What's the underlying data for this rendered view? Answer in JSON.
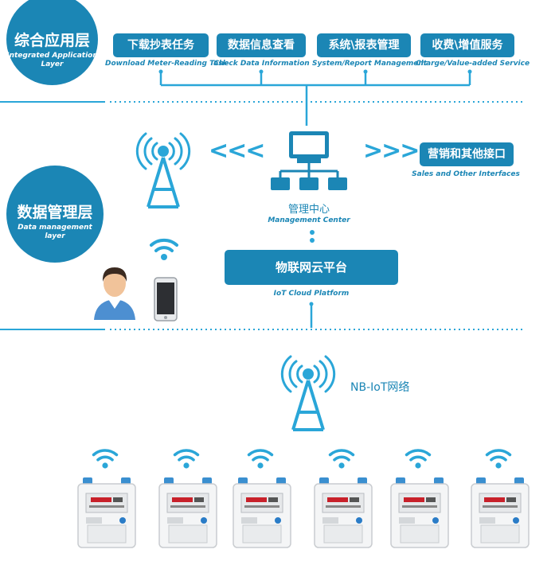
{
  "layers": {
    "application": {
      "zh": "综合应用层",
      "en_line1": "Integrated Application",
      "en_line2": "Layer"
    },
    "data_management": {
      "zh": "数据管理层",
      "en_line1": "Data management",
      "en_line2": "layer"
    }
  },
  "application_buttons": [
    {
      "zh": "下载抄表任务",
      "en": "Download Meter-Reading Task"
    },
    {
      "zh": "数据信息查看",
      "en": "Check Data Information"
    },
    {
      "zh": "系统\\报表管理",
      "en": "System/Report Management"
    },
    {
      "zh": "收费\\增值服务",
      "en": "Charge/Value-added Service"
    }
  ],
  "management_center": {
    "zh": "管理中心",
    "en": "Management Center"
  },
  "sales_interface": {
    "zh": "营销和其他接口",
    "en": "Sales and Other Interfaces"
  },
  "arrows": {
    "left": "<<<",
    "right": ">>>"
  },
  "iot_cloud": {
    "zh": "物联网云平台",
    "en": "IoT Cloud Platform"
  },
  "nbiot": {
    "label": "NB-IoT网络"
  },
  "meters": [
    "gas-meter",
    "gas-meter",
    "gas-meter",
    "gas-meter",
    "gas-meter",
    "gas-meter"
  ],
  "colors": {
    "primary": "#1b86b5",
    "accent": "#2aa6d8"
  }
}
